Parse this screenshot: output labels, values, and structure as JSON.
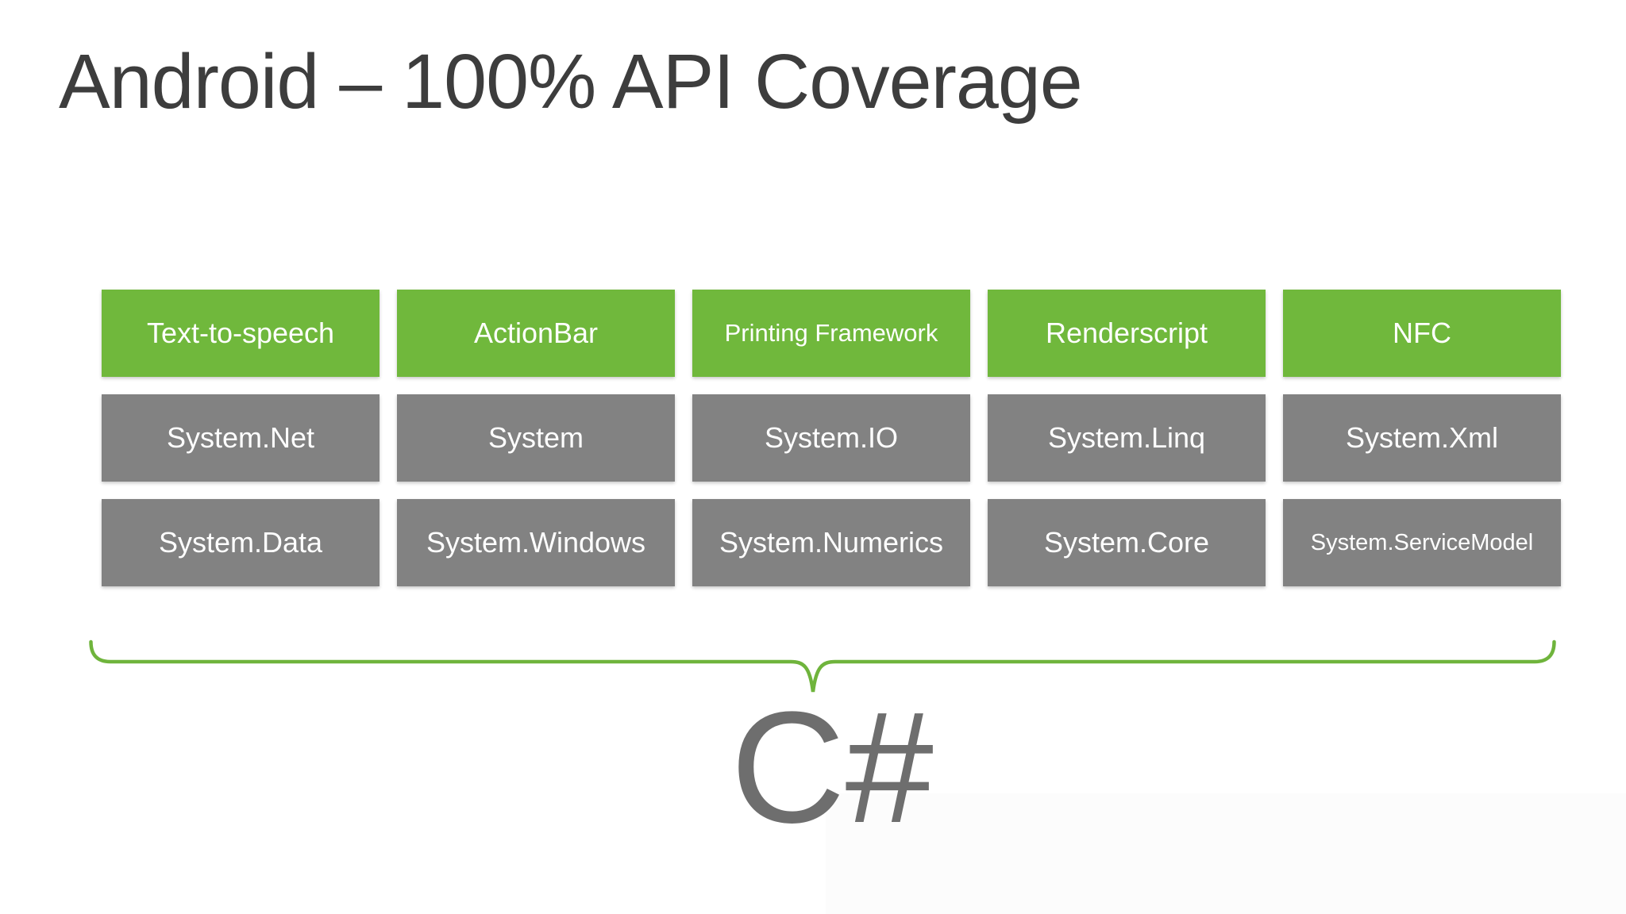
{
  "slide_title": "Android – 100% API Coverage",
  "language_caption": "C#",
  "api_grid": {
    "rows": [
      {
        "name": "android-apis",
        "style": "green",
        "cells": [
          "Text-to-speech",
          "ActionBar",
          "Printing Framework",
          "Renderscript",
          "NFC"
        ]
      },
      {
        "name": "dotnet-namespaces-row-1",
        "style": "gray",
        "cells": [
          "System.Net",
          "System",
          "System.IO",
          "System.Linq",
          "System.Xml"
        ]
      },
      {
        "name": "dotnet-namespaces-row-2",
        "style": "gray",
        "cells": [
          "System.Data",
          "System.Windows",
          "System.Numerics",
          "System.Core",
          "System.ServiceModel"
        ]
      }
    ]
  },
  "colors": {
    "android_green": "#70B83C",
    "namespace_gray": "#828282",
    "brace_green": "#6FB43C",
    "title_gray": "#3D3D3D",
    "caption_gray": "#6E6E6E",
    "background": "#FFFFFF"
  }
}
